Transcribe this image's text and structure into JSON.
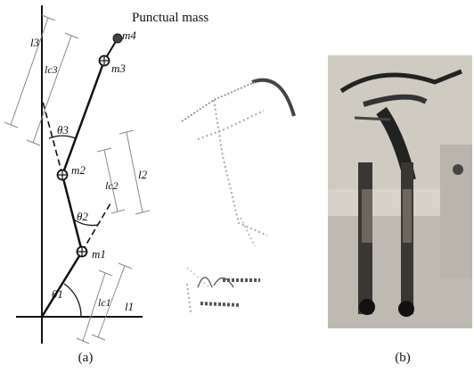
{
  "panel_a": {
    "caption": "(a)",
    "title_label": "Punctual mass",
    "masses": [
      "m4",
      "m3",
      "m2",
      "m1"
    ],
    "joint_angles": [
      "θ3",
      "θ2",
      "θ1"
    ],
    "segment_lengths": [
      "l3",
      "l2",
      "l1"
    ],
    "com_lengths": [
      "lc3",
      "lc2",
      "lc1"
    ]
  },
  "panel_b": {
    "caption": "(b)"
  }
}
